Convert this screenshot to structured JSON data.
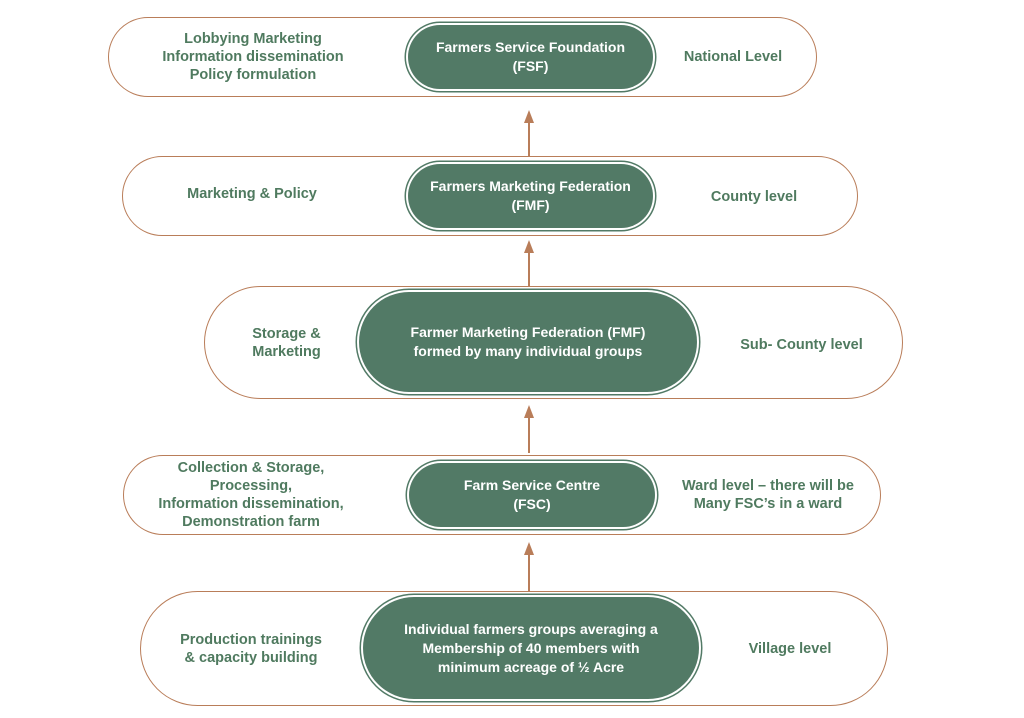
{
  "colors": {
    "pill_fill": "#527a66",
    "pill_text": "#ffffff",
    "outline": "#b97d59",
    "side_text": "#4f7a5f"
  },
  "tiers": {
    "national": {
      "activities": "Lobbying Marketing\nInformation dissemination\nPolicy formulation",
      "organization": "Farmers Service Foundation\n(FSF)",
      "level": "National Level"
    },
    "county": {
      "activities": "Marketing & Policy",
      "organization": "Farmers Marketing Federation\n(FMF)",
      "level": "County level"
    },
    "subcounty": {
      "activities": "Storage &\nMarketing",
      "organization": "Farmer Marketing Federation (FMF)\nformed by many individual groups",
      "level": "Sub- County level"
    },
    "ward": {
      "activities": "Collection & Storage,\nProcessing,\nInformation dissemination,\nDemonstration farm",
      "organization": "Farm Service Centre\n(FSC)",
      "level": "Ward level – there will be\nMany FSC’s in a ward"
    },
    "village": {
      "activities": "Production trainings\n& capacity building",
      "organization": "Individual farmers groups averaging a\nMembership of 40 members with\nminimum acreage of ½ Acre",
      "level": "Village level"
    }
  }
}
